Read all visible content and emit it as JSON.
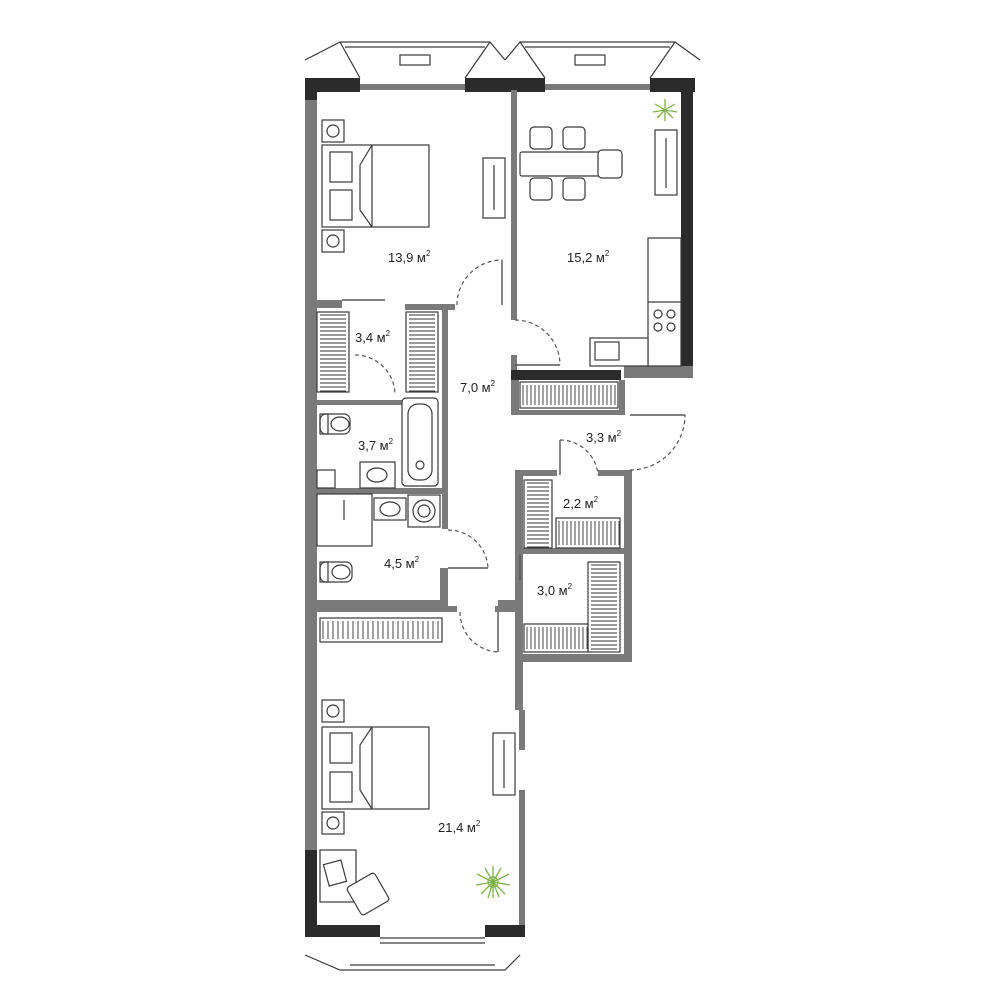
{
  "rooms": [
    {
      "id": "bedroom-1",
      "area": "13,9 м",
      "sup": "2"
    },
    {
      "id": "kitchen-living",
      "area": "15,2 м",
      "sup": "2"
    },
    {
      "id": "wardrobe-1",
      "area": "3,4 м",
      "sup": "2"
    },
    {
      "id": "hall",
      "area": "7,0 м",
      "sup": "2"
    },
    {
      "id": "bathroom",
      "area": "3,7 м",
      "sup": "2"
    },
    {
      "id": "corridor",
      "area": "3,3 м",
      "sup": "2"
    },
    {
      "id": "storage",
      "area": "2,2 м",
      "sup": "2"
    },
    {
      "id": "bathroom-2",
      "area": "4,5 м",
      "sup": "2"
    },
    {
      "id": "wardrobe-2",
      "area": "3,0 м",
      "sup": "2"
    },
    {
      "id": "bedroom-2",
      "area": "21,4 м",
      "sup": "2"
    }
  ],
  "colors": {
    "wall": "#7a7a7a",
    "wall_dark": "#2b2b2b",
    "plant": "#7fb24a"
  }
}
